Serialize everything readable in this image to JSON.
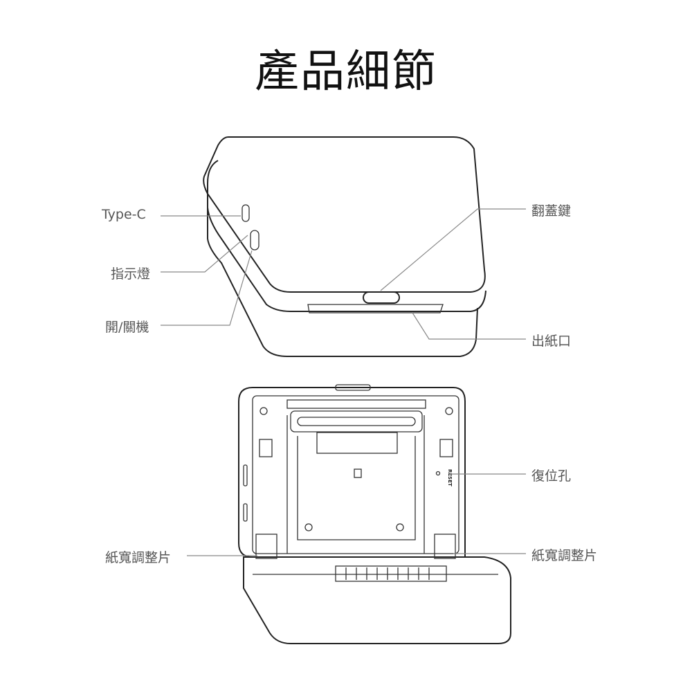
{
  "title": "產品細節",
  "top_view": {
    "labels": {
      "type_c": "Type-C",
      "indicator": "指示燈",
      "power": "開/關機",
      "lid_button": "翻蓋鍵",
      "paper_outlet": "出紙口"
    }
  },
  "open_view": {
    "labels": {
      "reset_hole": "復位孔",
      "paper_width_left": "紙寬調整片",
      "paper_width_right": "紙寬調整片"
    },
    "reset_print": "RESET"
  }
}
